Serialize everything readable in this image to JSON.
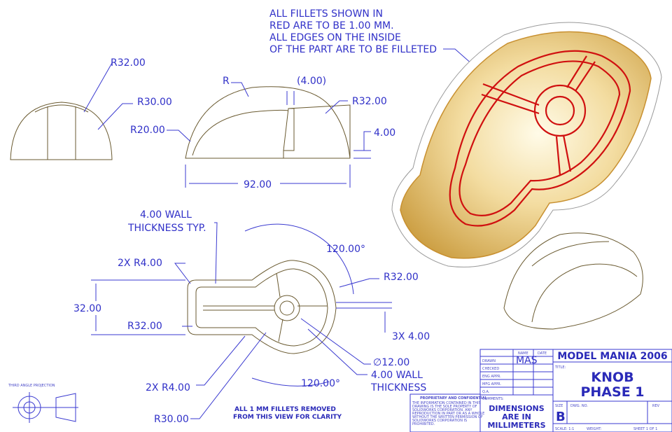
{
  "notes": {
    "fillets": [
      "ALL FILLETS SHOWN IN",
      "RED ARE TO BE 1.00 MM.",
      "ALL EDGES ON THE INSIDE",
      "OF THE PART ARE TO BE FILLETED"
    ],
    "removed": [
      "ALL 1 MM FILLETS REMOVED",
      "FROM THIS VIEW FOR CLARITY"
    ],
    "projection": "THIRD ANGLE PROJECTION"
  },
  "front_view": {
    "r32": "R32.00",
    "r30": "R30.00",
    "r20": "R20.00"
  },
  "side_view": {
    "r": "R",
    "dim4_ref": "(4.00)",
    "r32": "R32.00",
    "dim4": "4.00",
    "length": "92.00"
  },
  "top_view": {
    "wall_typ": [
      "4.00 WALL",
      "THICKNESS TYP."
    ],
    "angle_top": "120.00°",
    "r4_top": "2X R4.00",
    "r32_right": "R32.00",
    "width": "32.00",
    "r32_left": "R32.00",
    "ribs": "3X 4.00",
    "hole": "∅12.00",
    "wall": [
      "4.00 WALL",
      "THICKNESS"
    ],
    "r4_bottom": "2X R4.00",
    "angle_bottom": "120.00°",
    "r30": "R30.00"
  },
  "title_block": {
    "company": "MODEL MANIA 2006",
    "name_hdr": "NAME",
    "date_hdr": "DATE",
    "rows": [
      "DRAWN",
      "CHECKED",
      "ENG APPR.",
      "MFG APPR.",
      "Q.A.",
      "COMMENTS:"
    ],
    "drawn_by": "MAS",
    "title_label": "TITLE:",
    "title": [
      "KNOB",
      "PHASE 1"
    ],
    "units": [
      "DIMENSIONS",
      "ARE IN",
      "MILLIMETERS"
    ],
    "size_label": "SIZE",
    "size": "B",
    "dwg_no_label": "DWG. NO.",
    "rev_label": "REV",
    "scale": "SCALE: 1:1",
    "weight": "WEIGHT:",
    "sheet": "SHEET 1 OF 1",
    "proprietary_title": "PROPRIETARY AND CONFIDENTIAL",
    "proprietary_text": [
      "THE INFORMATION CONTAINED IN THIS",
      "DRAWING IS THE SOLE PROPERTY OF",
      "SOLIDWORKS CORPORATION. ANY",
      "REPRODUCTION IN PART OR AS A WHOLE",
      "WITHOUT THE WRITTEN PERMISSION OF",
      "SOLIDWORKS CORPORATION IS",
      "PROHIBITED."
    ]
  },
  "colors": {
    "annotation": "#3030c8",
    "fillet": "#d01010",
    "part": "#e8c878"
  }
}
